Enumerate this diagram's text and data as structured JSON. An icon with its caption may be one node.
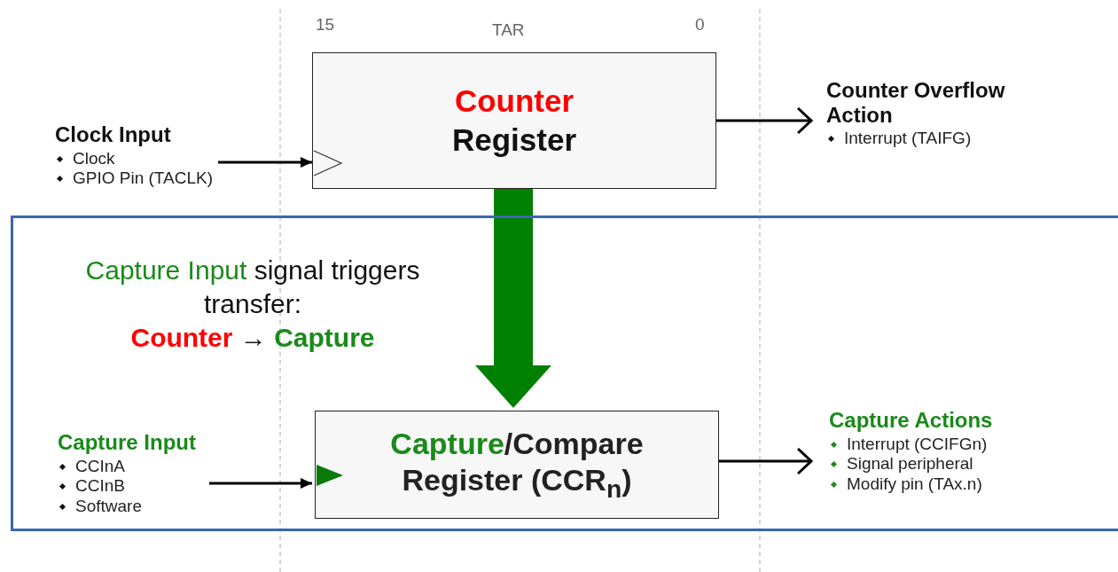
{
  "diagram": {
    "nodes": [
      {
        "text": [
          "Counter",
          "Register"
        ],
        "beside": [
          "15",
          "TAR",
          "0"
        ]
      },
      {
        "text": [
          "Clock Input",
          "Clock",
          "GPIO Pin (TACLK)"
        ]
      },
      {
        "text": [
          "Counter Overflow Action",
          "Interrupt (TAIFG)"
        ]
      },
      {
        "text": [],
        "shape": "box"
      },
      {
        "text": [
          "Capture Input",
          "CCInA",
          "CCInB",
          "Software"
        ],
        "in": 3
      },
      {
        "text": [
          "Capture",
          "/Compare Register (CCR$_{n}$)"
        ],
        "in": 3
      },
      {
        "text": [
          "Capture Actions",
          "Interrupt (CCIFGn)",
          "Signal peripheral",
          "Modify pin (TAx.n)"
        ],
        "in": 3
      }
    ],
    "edges": [
      {
        "from": 1,
        "to": 0,
        "arrow": "to"
      },
      {
        "from": 0,
        "to": 2,
        "arrow": "to"
      },
      {
        "from": 0,
        "to": 5,
        "arrow": "to",
        "style": "thick",
        "color": "#008000"
      },
      {
        "from": 4,
        "to": 5,
        "arrow": "to"
      },
      {
        "from": 5,
        "to": 6,
        "arrow": "to"
      }
    ],
    "labels": [
      "Capture Input",
      "signal triggers transfer:",
      "Counter",
      "→",
      "Capture"
    ]
  }
}
